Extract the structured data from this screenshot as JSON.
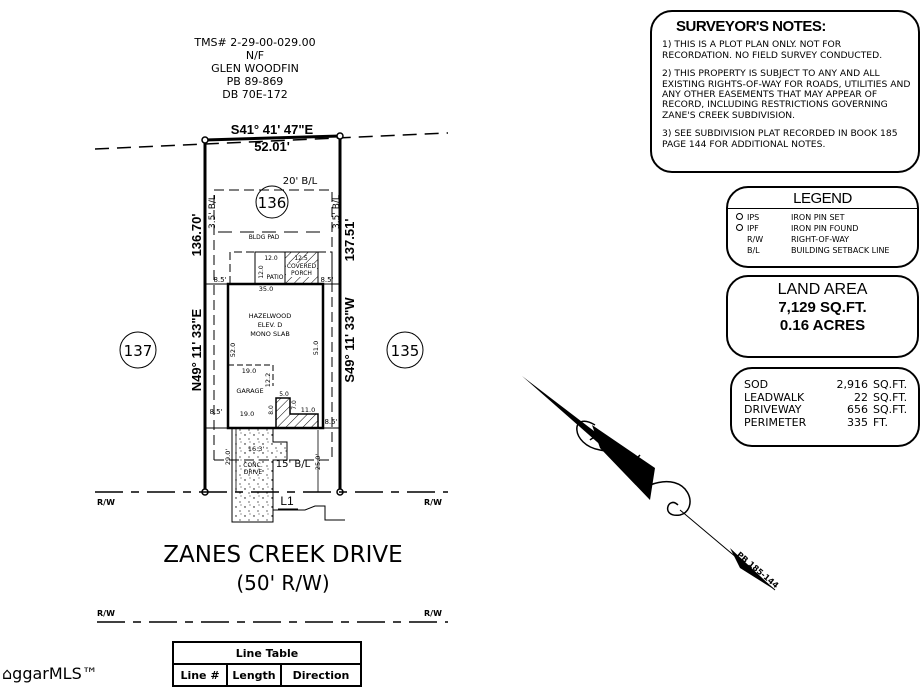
{
  "owner_block": {
    "tms": "TMS# 2-29-00-029.00",
    "nf": "N/F",
    "owner": "GLEN WOODFIN",
    "pb": "PB 89-869",
    "db": "DB 70E-172"
  },
  "lot": {
    "number": "136",
    "top_bearing": "S41° 41' 47\"E",
    "top_length": "52.01'",
    "left_length": "136.70'",
    "left_bearing": "N49° 11' 33\"E",
    "right_length": "137.51'",
    "right_bearing": "S49° 11' 33\"W",
    "neighbor_left": "137",
    "neighbor_right": "135",
    "rear_setback": "20' B/L",
    "side_setback_left": "3.5' B/L",
    "side_setback_right": "3.5' B/L",
    "front_setback": "15' B/L",
    "bldg_pad": "BLDG PAD",
    "side_offset_upper_left": "8.5'",
    "side_offset_upper_right": "8.5'",
    "side_offset_lower_left": "8.5'",
    "side_offset_lower_right": "8.5'"
  },
  "house": {
    "name": "HAZELWOOD",
    "elevation": "ELEV. D",
    "foundation": "MONO SLAB",
    "width": "35.0",
    "depth_left": "52.0",
    "depth_right": "51.0",
    "patio_label": "PATIO",
    "patio_w": "12.0",
    "patio_d": "12.0",
    "porch_label": "COVERED PORCH",
    "porch_w": "12.5",
    "garage_label": "GARAGE",
    "garage_w_top": "19.0",
    "garage_w_bottom": "19.0",
    "garage_d": "12.2",
    "stoop_w": "5.0",
    "stoop_d_left": "8.0",
    "stoop_d_right": "7.0",
    "offset": "11.0"
  },
  "drive": {
    "label": "CONC. DRIVE",
    "width": "16.3'",
    "setback_left": "29.0'",
    "setback_right": "25.0'",
    "line_label": "L1"
  },
  "road": {
    "name": "ZANES CREEK DRIVE",
    "rw_width": "(50' R/W)",
    "rw_label": "R/W"
  },
  "north_arrow": {
    "reference": "PB 185-144"
  },
  "surveyor_notes": {
    "title": "SURVEYOR'S NOTES:",
    "notes": [
      "1) THIS IS A PLOT PLAN ONLY. NOT FOR RECORDATION. NO FIELD SURVEY CONDUCTED.",
      "2) THIS PROPERTY IS SUBJECT TO ANY AND ALL EXISTING RIGHTS-OF-WAY FOR ROADS, UTILITIES AND ANY OTHER EASEMENTS THAT MAY APPEAR OF RECORD, INCLUDING RESTRICTIONS GOVERNING ZANE'S CREEK SUBDIVISION.",
      "3) SEE SUBDIVISION PLAT RECORDED IN BOOK 185 PAGE 144 FOR ADDITIONAL NOTES."
    ]
  },
  "legend": {
    "title": "LEGEND",
    "items": [
      {
        "abbr": "IPS",
        "desc": "IRON PIN SET",
        "symbol": "circle"
      },
      {
        "abbr": "IPF",
        "desc": "IRON PIN FOUND",
        "symbol": "circle"
      },
      {
        "abbr": "R/W",
        "desc": "RIGHT-OF-WAY"
      },
      {
        "abbr": "B/L",
        "desc": "BUILDING SETBACK LINE"
      }
    ]
  },
  "land_area": {
    "title": "LAND AREA",
    "sqft": "7,129 SQ.FT.",
    "acres": "0.16 ACRES"
  },
  "areas": [
    {
      "label": "SOD",
      "value": "2,916",
      "unit": "SQ.FT."
    },
    {
      "label": "LEADWALK",
      "value": "22",
      "unit": "SQ.FT."
    },
    {
      "label": "DRIVEWAY",
      "value": "656",
      "unit": "SQ.FT."
    },
    {
      "label": "PERIMETER",
      "value": "335",
      "unit": "FT."
    }
  ],
  "line_table": {
    "title": "Line Table",
    "headers": [
      "Line #",
      "Length",
      "Direction"
    ]
  },
  "watermark": "ggarMLS™"
}
